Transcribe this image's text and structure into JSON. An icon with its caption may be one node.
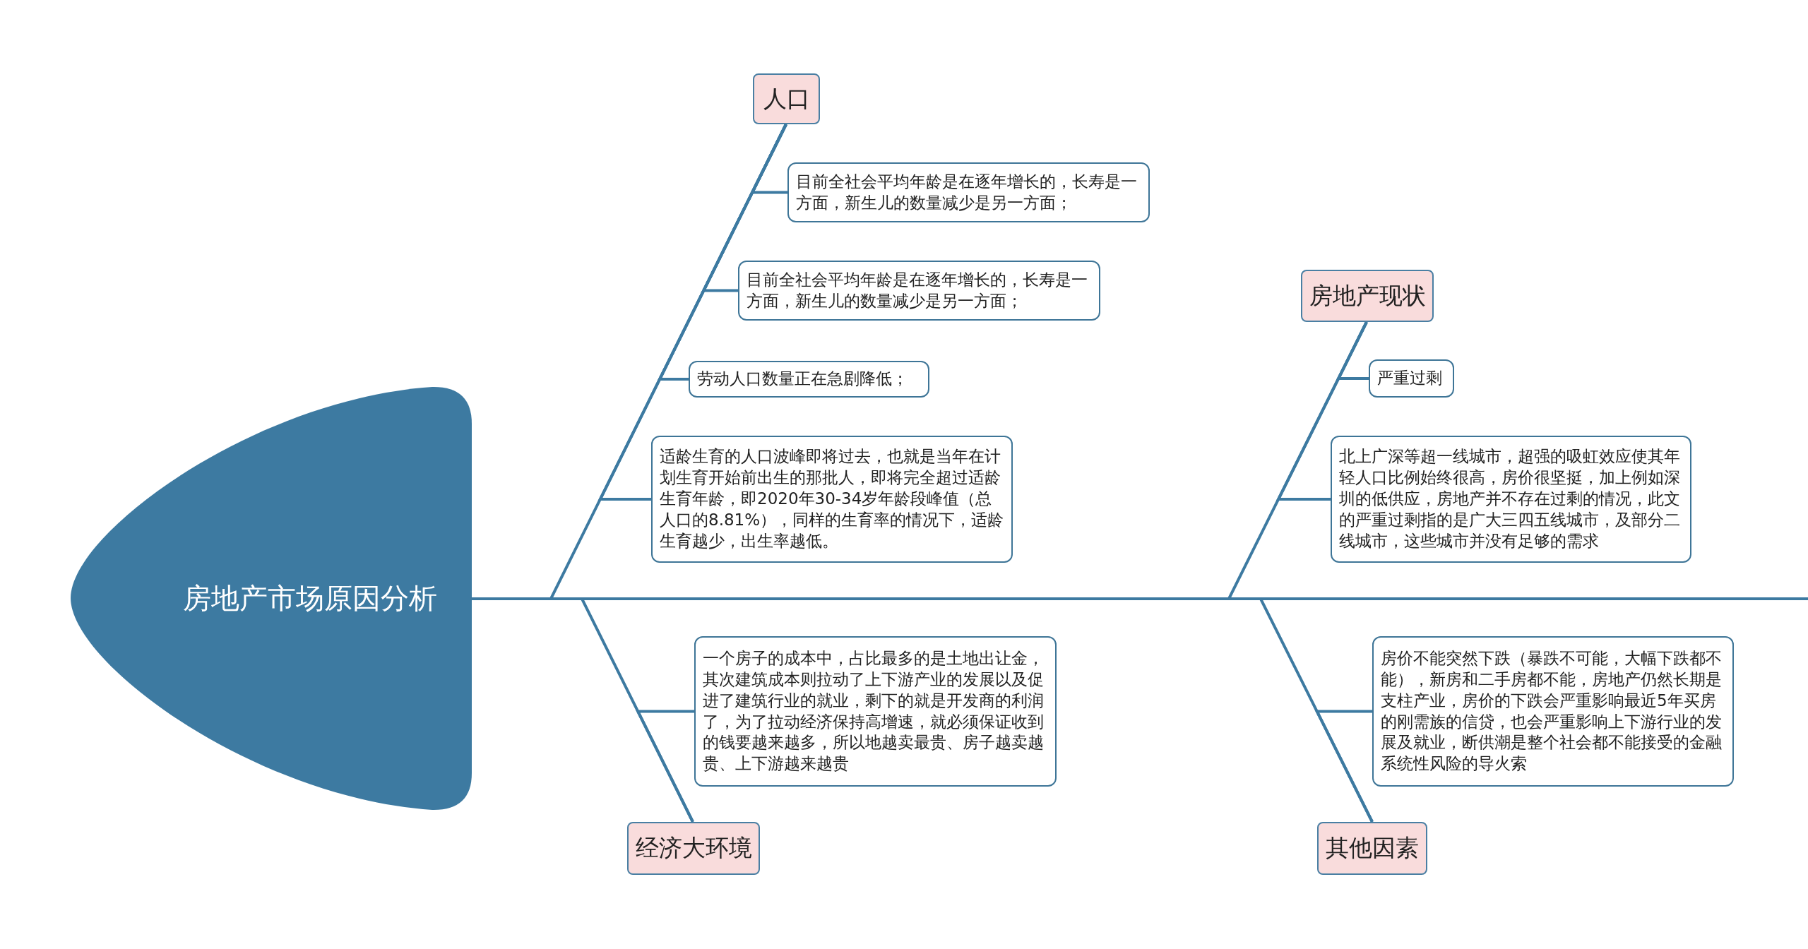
{
  "diagram": {
    "nodes": [
      {
        "text": [
          "房地产市场原因分析"
        ]
      },
      {
        "text": [
          "人口"
        ]
      },
      {
        "text": [
          "目前全社会平均年龄是在逐年增长的，长寿是一方面，新生儿的数量减少是另一方面；"
        ]
      },
      {
        "text": [
          "目前全社会平均年龄是在逐年增长的，长寿是一方面，新生儿的数量减少是另一方面；"
        ]
      },
      {
        "text": [
          "劳动人口数量正在急剧降低；"
        ]
      },
      {
        "text": [
          "适龄生育的人口波峰即将过去，也就是当年在计划生育开始前出生的那批人，即将完全超过适龄生育年龄，即2020年30-34岁年龄段峰值（总人口的8.81%），同样的生育率的情况下，适龄生育越少，出生率越低。"
        ]
      },
      {
        "text": [
          "经济大环境"
        ]
      },
      {
        "text": [
          "一个房子的成本中，占比最多的是土地出让金，其次建筑成本则拉动了上下游产业的发展以及促进了建筑行业的就业，剩下的就是开发商的利润了，为了拉动经济保持高增速，就必须保证收到的钱要越来越多，所以地越卖最贵、房子越卖越贵、上下游越来越贵"
        ]
      },
      {
        "text": [
          "房地产现状"
        ]
      },
      {
        "text": [
          "严重过剩"
        ]
      },
      {
        "text": [
          "北上广深等超一线城市，超强的吸虹效应使其年轻人口比例始终很高，房价很坚挺，加上例如深圳的低供应，房地产并不存在过剩的情况，此文的严重过剩指的是广大三四五线城市，及部分二线城市，这些城市并没有足够的需求"
        ]
      },
      {
        "text": [
          "其他因素"
        ]
      },
      {
        "text": [
          "房价不能突然下跌（暴跌不可能，大幅下跌都不能），新房和二手房都不能，房地产仍然长期是支柱产业，房价的下跌会严重影响最近5年买房的刚需族的信贷，也会严重影响上下游行业的发展及就业，断供潮是整个社会都不能接受的金融系统性风险的导火索"
        ]
      }
    ],
    "edges": [
      {
        "from": 0,
        "to": 1,
        "arrow": "none"
      },
      {
        "from": 1,
        "to": 2,
        "arrow": "none"
      },
      {
        "from": 1,
        "to": 3,
        "arrow": "none"
      },
      {
        "from": 1,
        "to": 4,
        "arrow": "none"
      },
      {
        "from": 1,
        "to": 5,
        "arrow": "none"
      },
      {
        "from": 0,
        "to": 6,
        "arrow": "none"
      },
      {
        "from": 6,
        "to": 7,
        "arrow": "none"
      },
      {
        "from": 0,
        "to": 8,
        "arrow": "none"
      },
      {
        "from": 8,
        "to": 9,
        "arrow": "none"
      },
      {
        "from": 8,
        "to": 10,
        "arrow": "none"
      },
      {
        "from": 0,
        "to": 11,
        "arrow": "none"
      },
      {
        "from": 11,
        "to": 12,
        "arrow": "none"
      }
    ]
  }
}
